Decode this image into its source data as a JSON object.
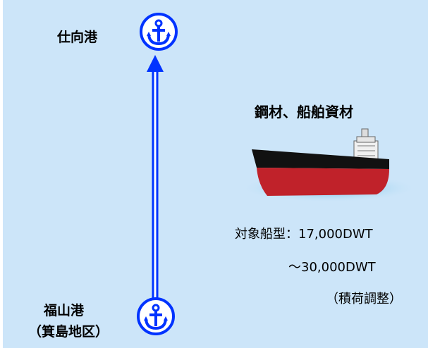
{
  "ports": {
    "destination": {
      "name": "仕向港",
      "icon": "anchor-icon"
    },
    "origin": {
      "name_line1": "福山港",
      "name_line2": "（箕島地区）",
      "icon": "anchor-icon"
    }
  },
  "route": {
    "arrow_color": "#0033ff",
    "direction": "north"
  },
  "cargo": {
    "label": "鋼材、船舶資材",
    "ship_icon": "cargo-ship-icon"
  },
  "ship_type": {
    "line1": "対象船型：17,000DWT",
    "line2": "～30,000DWT",
    "line3": "（積荷調整）"
  },
  "colors": {
    "background": "#cce5f9",
    "anchor_blue": "#0033ff",
    "hull_red": "#c0222a",
    "hull_black": "#111111"
  }
}
